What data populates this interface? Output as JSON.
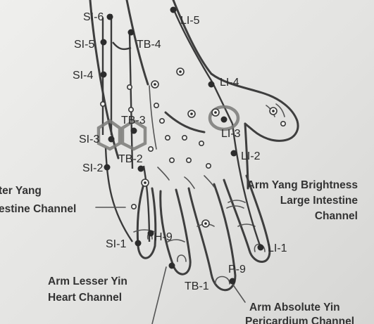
{
  "labels": {
    "si6": "SI-6",
    "si5": "SI-5",
    "tb4": "TB-4",
    "li5": "LI-5",
    "si4": "SI-4",
    "li4": "LI-4",
    "tb3": "TB-3",
    "si3": "SI-3",
    "li3": "LI-3",
    "li2": "LI-2",
    "tb2": "TB-2",
    "si2": "SI-2",
    "si1": "SI-1",
    "h9": "H-9",
    "li1": "LI-1",
    "p9": "P-9",
    "tb1": "TB-1"
  },
  "channels": {
    "small_intestine": [
      "ter Yang",
      "estine Channel"
    ],
    "large_intestine": [
      "Arm Yang Brightness",
      "Large Intestine",
      "Channel"
    ],
    "heart": [
      "Arm Lesser Yin",
      "Heart Channel"
    ],
    "pericardium": [
      "Arm Absolute Yin",
      "Pericardium Channel"
    ]
  }
}
